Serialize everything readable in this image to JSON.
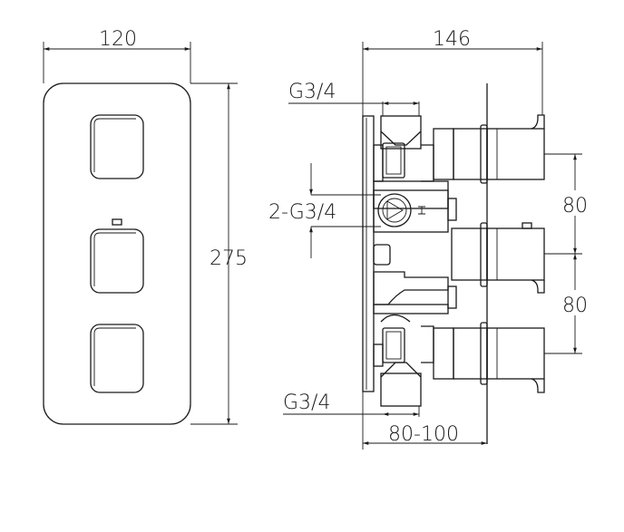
{
  "dimensions": {
    "front_width": "120",
    "front_height": "275",
    "side_depth": "146",
    "top_inlet": "G3/4",
    "side_outlets": "2-G3/4",
    "bottom_inlet": "G3/4",
    "wall_depth_range": "80-100",
    "spacing_upper": "80",
    "spacing_lower": "80"
  },
  "colors": {
    "line": "#1a1a1a",
    "background": "#ffffff"
  }
}
